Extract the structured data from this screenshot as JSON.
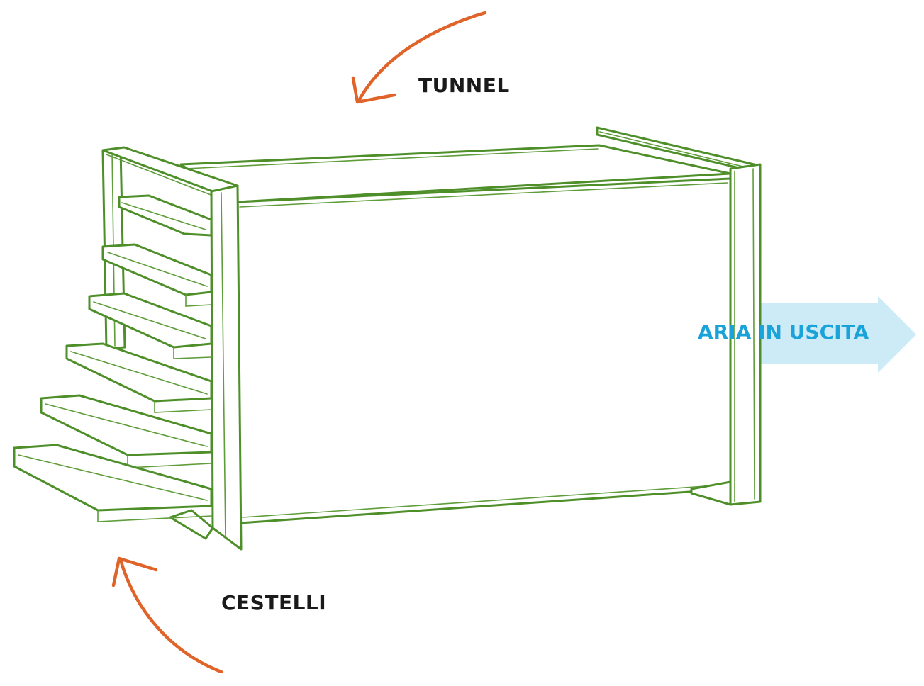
{
  "labels": {
    "tunnel": "TUNNEL",
    "cestelli": "CESTELLI",
    "air_out": "ARIA IN USCITA"
  },
  "colors": {
    "frame_stroke": "#4e8f2a",
    "pointer_arrow": "#e0642a",
    "air_arrow_fill": "#cdeaf7",
    "air_text": "#1aa3d9",
    "label_text": "#1a1a1a"
  }
}
